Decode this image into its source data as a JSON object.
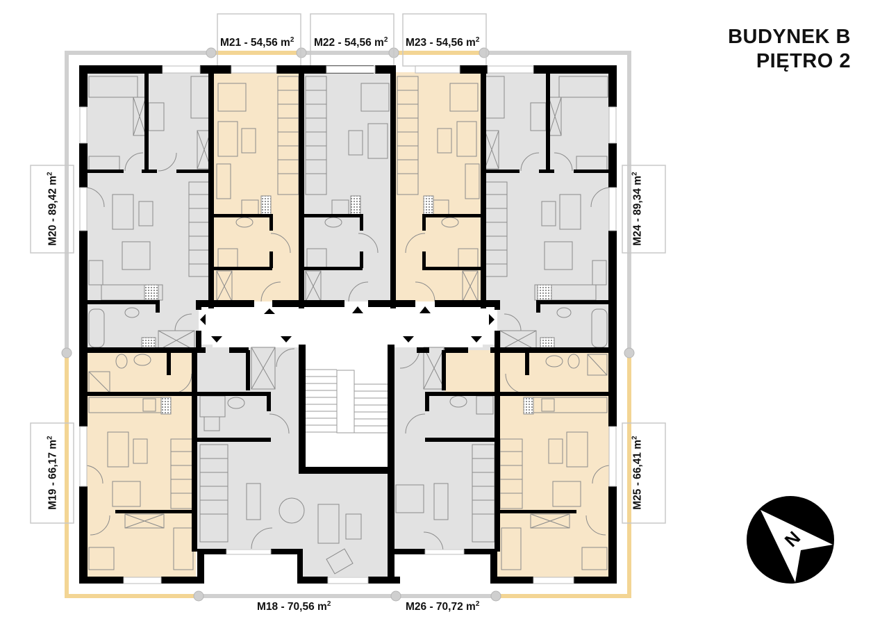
{
  "header": {
    "building": "BUDYNEK B",
    "floor": "PIĘTRO 2"
  },
  "colors": {
    "wall": "#000000",
    "apartment_gray": "#e2e2e2",
    "apartment_beige": "#f8e6c8",
    "balcony_highlight": "#f3d594",
    "balcony_rail": "#cfcfcf",
    "corridor": "#ffffff",
    "furniture_line": "#8a8a8a"
  },
  "apartments": [
    {
      "id": "M21",
      "label": "M21 - 54,56 m",
      "area": "54,56",
      "unit": "m",
      "sup": "2",
      "position": "top",
      "color": "beige"
    },
    {
      "id": "M22",
      "label": "M22 - 54,56 m",
      "area": "54,56",
      "unit": "m",
      "sup": "2",
      "position": "top",
      "color": "gray"
    },
    {
      "id": "M23",
      "label": "M23 - 54,56 m",
      "area": "54,56",
      "unit": "m",
      "sup": "2",
      "position": "top",
      "color": "beige"
    },
    {
      "id": "M20",
      "label": "M20 - 89,42 m",
      "area": "89,42",
      "unit": "m",
      "sup": "2",
      "position": "left-top",
      "color": "gray"
    },
    {
      "id": "M19",
      "label": "M19 - 66,17 m",
      "area": "66,17",
      "unit": "m",
      "sup": "2",
      "position": "left-bottom",
      "color": "beige"
    },
    {
      "id": "M24",
      "label": "M24 - 89,34 m",
      "area": "89,34",
      "unit": "m",
      "sup": "2",
      "position": "right-top",
      "color": "gray"
    },
    {
      "id": "M25",
      "label": "M25 - 66,41 m",
      "area": "66,41",
      "unit": "m",
      "sup": "2",
      "position": "right-bottom",
      "color": "beige"
    },
    {
      "id": "M18",
      "label": "M18 - 70,56 m",
      "area": "70,56",
      "unit": "m",
      "sup": "2",
      "position": "bottom-left",
      "color": "gray"
    },
    {
      "id": "M26",
      "label": "M26 - 70,72 m",
      "area": "70,72",
      "unit": "m",
      "sup": "2",
      "position": "bottom-right",
      "color": "gray"
    }
  ],
  "compass": {
    "icon": "north-arrow-icon",
    "letter": "N"
  }
}
